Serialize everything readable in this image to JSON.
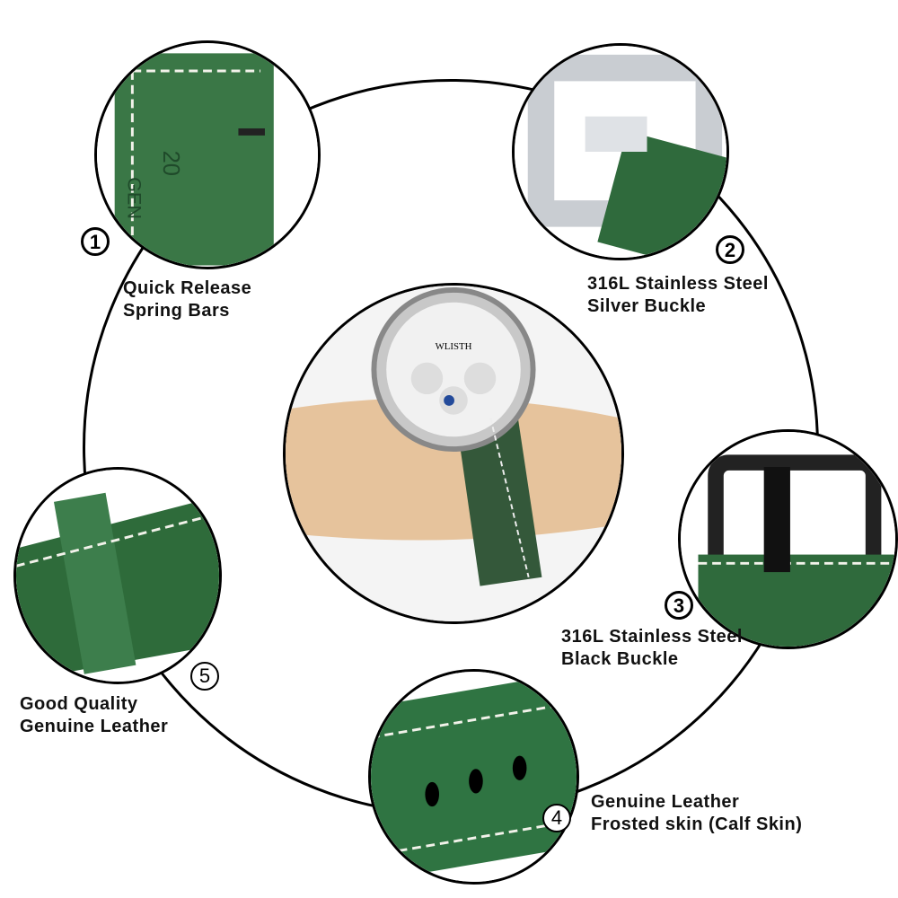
{
  "features": [
    {
      "number": "1",
      "line1": "Quick Release",
      "line2": "Spring Bars",
      "engraving": "20",
      "engraving2": "GEN"
    },
    {
      "number": "2",
      "line1": "316L Stainless Steel",
      "line2": "Silver Buckle"
    },
    {
      "number": "3",
      "line1": "316L Stainless Steel",
      "line2": "Black Buckle"
    },
    {
      "number": "4",
      "line1": "Genuine Leather",
      "line2": "Frosted skin (Calf Skin)"
    },
    {
      "number": "5",
      "line1": "Good Quality",
      "line2": "Genuine Leather"
    }
  ],
  "watch_brand": "WLISTH",
  "colors": {
    "leather": "#2e6b3a",
    "stitch": "#f2f2ea",
    "skin": "#e9c9a4"
  }
}
